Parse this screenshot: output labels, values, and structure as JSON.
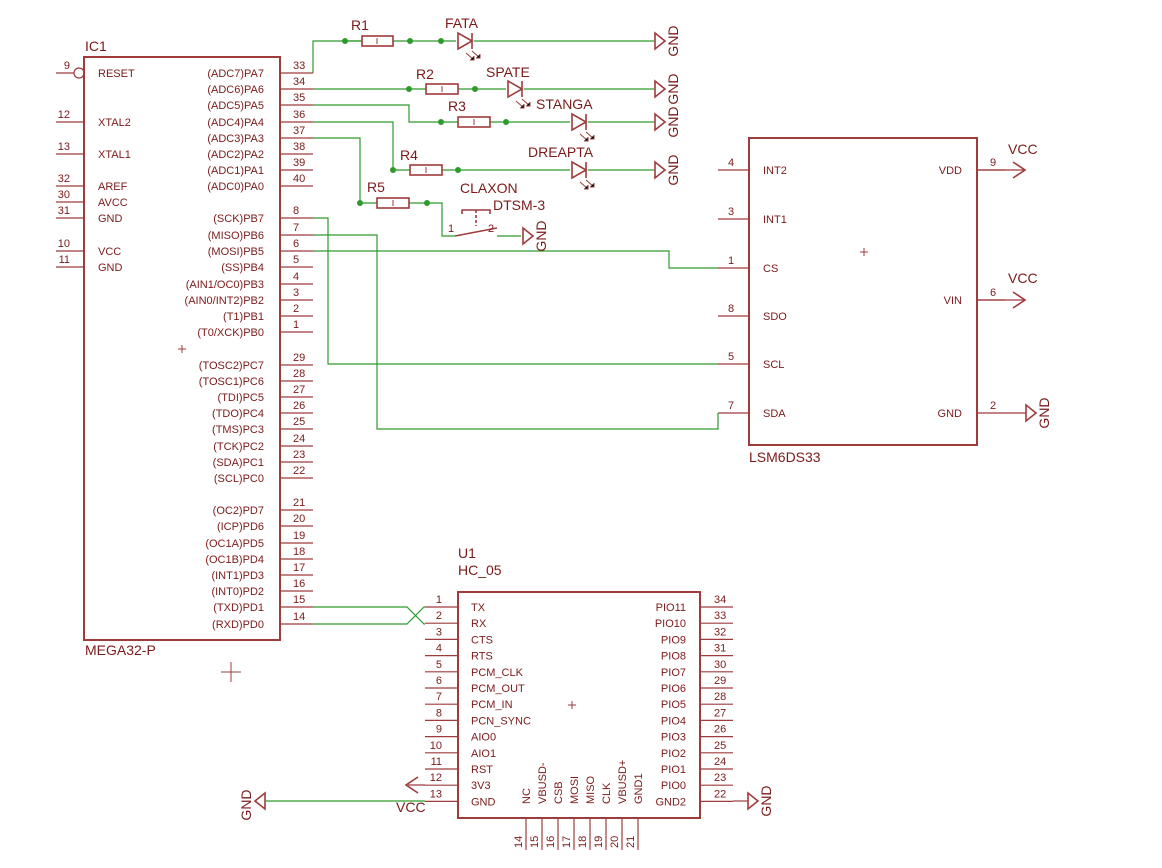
{
  "ic1": {
    "name": "IC1",
    "value": "MEGA32-P",
    "left_pins": [
      {
        "num": "9",
        "name": "RESET"
      },
      {
        "num": "12",
        "name": "XTAL2"
      },
      {
        "num": "13",
        "name": "XTAL1"
      },
      {
        "num": "32",
        "name": "AREF"
      },
      {
        "num": "30",
        "name": "AVCC"
      },
      {
        "num": "31",
        "name": "GND"
      },
      {
        "num": "10",
        "name": "VCC"
      },
      {
        "num": "11",
        "name": "GND"
      }
    ],
    "right_pins": [
      {
        "num": "33",
        "name": "(ADC7)PA7"
      },
      {
        "num": "34",
        "name": "(ADC6)PA6"
      },
      {
        "num": "35",
        "name": "(ADC5)PA5"
      },
      {
        "num": "36",
        "name": "(ADC4)PA4"
      },
      {
        "num": "37",
        "name": "(ADC3)PA3"
      },
      {
        "num": "38",
        "name": "(ADC2)PA2"
      },
      {
        "num": "39",
        "name": "(ADC1)PA1"
      },
      {
        "num": "40",
        "name": "(ADC0)PA0"
      },
      {
        "num": "8",
        "name": "(SCK)PB7"
      },
      {
        "num": "7",
        "name": "(MISO)PB6"
      },
      {
        "num": "6",
        "name": "(MOSI)PB5"
      },
      {
        "num": "5",
        "name": "(SS)PB4"
      },
      {
        "num": "4",
        "name": "(AIN1/OC0)PB3"
      },
      {
        "num": "3",
        "name": "(AIN0/INT2)PB2"
      },
      {
        "num": "2",
        "name": "(T1)PB1"
      },
      {
        "num": "1",
        "name": "(T0/XCK)PB0"
      },
      {
        "num": "29",
        "name": "(TOSC2)PC7"
      },
      {
        "num": "28",
        "name": "(TOSC1)PC6"
      },
      {
        "num": "27",
        "name": "(TDI)PC5"
      },
      {
        "num": "26",
        "name": "(TDO)PC4"
      },
      {
        "num": "25",
        "name": "(TMS)PC3"
      },
      {
        "num": "24",
        "name": "(TCK)PC2"
      },
      {
        "num": "23",
        "name": "(SDA)PC1"
      },
      {
        "num": "22",
        "name": "(SCL)PC0"
      },
      {
        "num": "21",
        "name": "(OC2)PD7"
      },
      {
        "num": "20",
        "name": "(ICP)PD6"
      },
      {
        "num": "19",
        "name": "(OC1A)PD5"
      },
      {
        "num": "18",
        "name": "(OC1B)PD4"
      },
      {
        "num": "17",
        "name": "(INT1)PD3"
      },
      {
        "num": "16",
        "name": "(INT0)PD2"
      },
      {
        "num": "15",
        "name": "(TXD)PD1"
      },
      {
        "num": "14",
        "name": "(RXD)PD0"
      }
    ]
  },
  "lsm": {
    "value": "LSM6DS33",
    "left_pins": [
      {
        "num": "4",
        "name": "INT2"
      },
      {
        "num": "3",
        "name": "INT1"
      },
      {
        "num": "1",
        "name": "CS"
      },
      {
        "num": "8",
        "name": "SDO"
      },
      {
        "num": "5",
        "name": "SCL"
      },
      {
        "num": "7",
        "name": "SDA"
      }
    ],
    "right_pins": [
      {
        "num": "9",
        "name": "VDD"
      },
      {
        "num": "6",
        "name": "VIN"
      },
      {
        "num": "2",
        "name": "GND"
      }
    ]
  },
  "u1": {
    "name": "U1",
    "value": "HC_05",
    "left_pins": [
      {
        "num": "1",
        "name": "TX"
      },
      {
        "num": "2",
        "name": "RX"
      },
      {
        "num": "3",
        "name": "CTS"
      },
      {
        "num": "4",
        "name": "RTS"
      },
      {
        "num": "5",
        "name": "PCM_CLK"
      },
      {
        "num": "6",
        "name": "PCM_OUT"
      },
      {
        "num": "7",
        "name": "PCM_IN"
      },
      {
        "num": "8",
        "name": "PCN_SYNC"
      },
      {
        "num": "9",
        "name": "AIO0"
      },
      {
        "num": "10",
        "name": "AIO1"
      },
      {
        "num": "11",
        "name": "RST"
      },
      {
        "num": "12",
        "name": "3V3"
      },
      {
        "num": "13",
        "name": "GND"
      }
    ],
    "right_pins": [
      {
        "num": "34",
        "name": "PIO11"
      },
      {
        "num": "33",
        "name": "PIO10"
      },
      {
        "num": "32",
        "name": "PIO9"
      },
      {
        "num": "31",
        "name": "PIO8"
      },
      {
        "num": "30",
        "name": "PIO7"
      },
      {
        "num": "29",
        "name": "PIO6"
      },
      {
        "num": "28",
        "name": "PIO5"
      },
      {
        "num": "27",
        "name": "PIO4"
      },
      {
        "num": "26",
        "name": "PIO3"
      },
      {
        "num": "25",
        "name": "PIO2"
      },
      {
        "num": "24",
        "name": "PIO1"
      },
      {
        "num": "23",
        "name": "PIO0"
      },
      {
        "num": "22",
        "name": "GND2"
      }
    ],
    "bottom_pins": [
      {
        "num": "14",
        "name": "NC"
      },
      {
        "num": "15",
        "name": "VBUSD-"
      },
      {
        "num": "16",
        "name": "CSB"
      },
      {
        "num": "17",
        "name": "MOSI"
      },
      {
        "num": "18",
        "name": "MISO"
      },
      {
        "num": "19",
        "name": "CLK"
      },
      {
        "num": "20",
        "name": "VBUSD+"
      },
      {
        "num": "21",
        "name": "GND1"
      }
    ]
  },
  "parts": {
    "r1": "R1",
    "r2": "R2",
    "r3": "R3",
    "r4": "R4",
    "r5": "R5",
    "led_fata": "FATA",
    "led_spate": "SPATE",
    "led_stanga": "STANGA",
    "led_dreapta": "DREAPTA",
    "switch_name": "CLAXON",
    "switch_value": "DTSM-3",
    "switch_pin1": "1",
    "switch_pin2": "2"
  },
  "supplies": {
    "gnd": "GND",
    "vcc": "VCC"
  },
  "colors": {
    "part": "#9e3b3b",
    "text": "#7b1a1a",
    "wire": "#2e9a2e"
  }
}
